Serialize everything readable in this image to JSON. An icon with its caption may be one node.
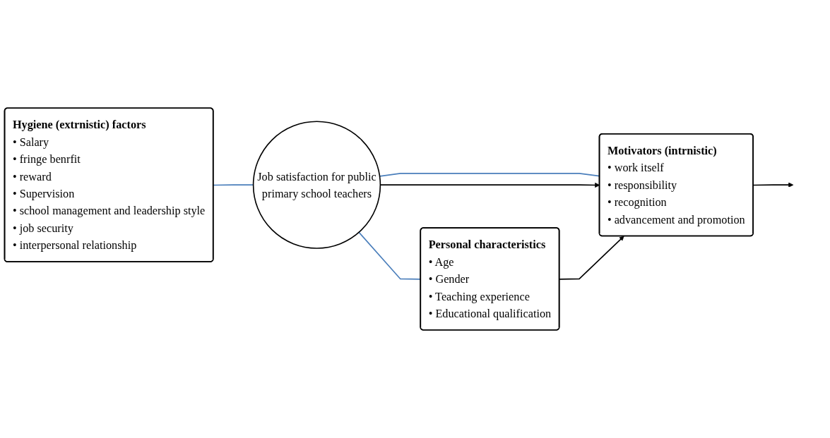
{
  "diagram": {
    "nodes": [
      {
        "text": [
          "Hygiene (extrnistic) factors",
          "• Salary",
          "• fringe benrfit",
          "• reward",
          "• Supervision",
          "• school management and leadership style",
          "• job security",
          "• interpersonal relationship"
        ]
      },
      {
        "text": [
          "Job satisfaction for public",
          "primary school teachers"
        ]
      },
      {
        "text": [
          "Motivators (intrnistic)",
          "• work itself",
          "• responsibility",
          "• recognition",
          "• advancement and promotion"
        ]
      },
      {
        "text": [
          "Personal characteristics",
          "• Age",
          "• Gender",
          "• Teaching  experience",
          "• Educational qualification"
        ]
      }
    ],
    "edges": [
      {
        "from": 0,
        "to": 1,
        "arrow": "none",
        "color": "#4a7ebb"
      },
      {
        "from": 1,
        "to": 2,
        "arrow": "none",
        "color": "#4a7ebb"
      },
      {
        "from": 1,
        "to": 2,
        "arrow": "to",
        "color": "#000000"
      },
      {
        "from": 2,
        "to": null,
        "arrow": "to",
        "color": "#000000"
      },
      {
        "from": 1,
        "to": 3,
        "arrow": "none",
        "color": "#4a7ebb"
      },
      {
        "from": 3,
        "to": 2,
        "arrow": "to",
        "color": "#000000"
      }
    ]
  }
}
